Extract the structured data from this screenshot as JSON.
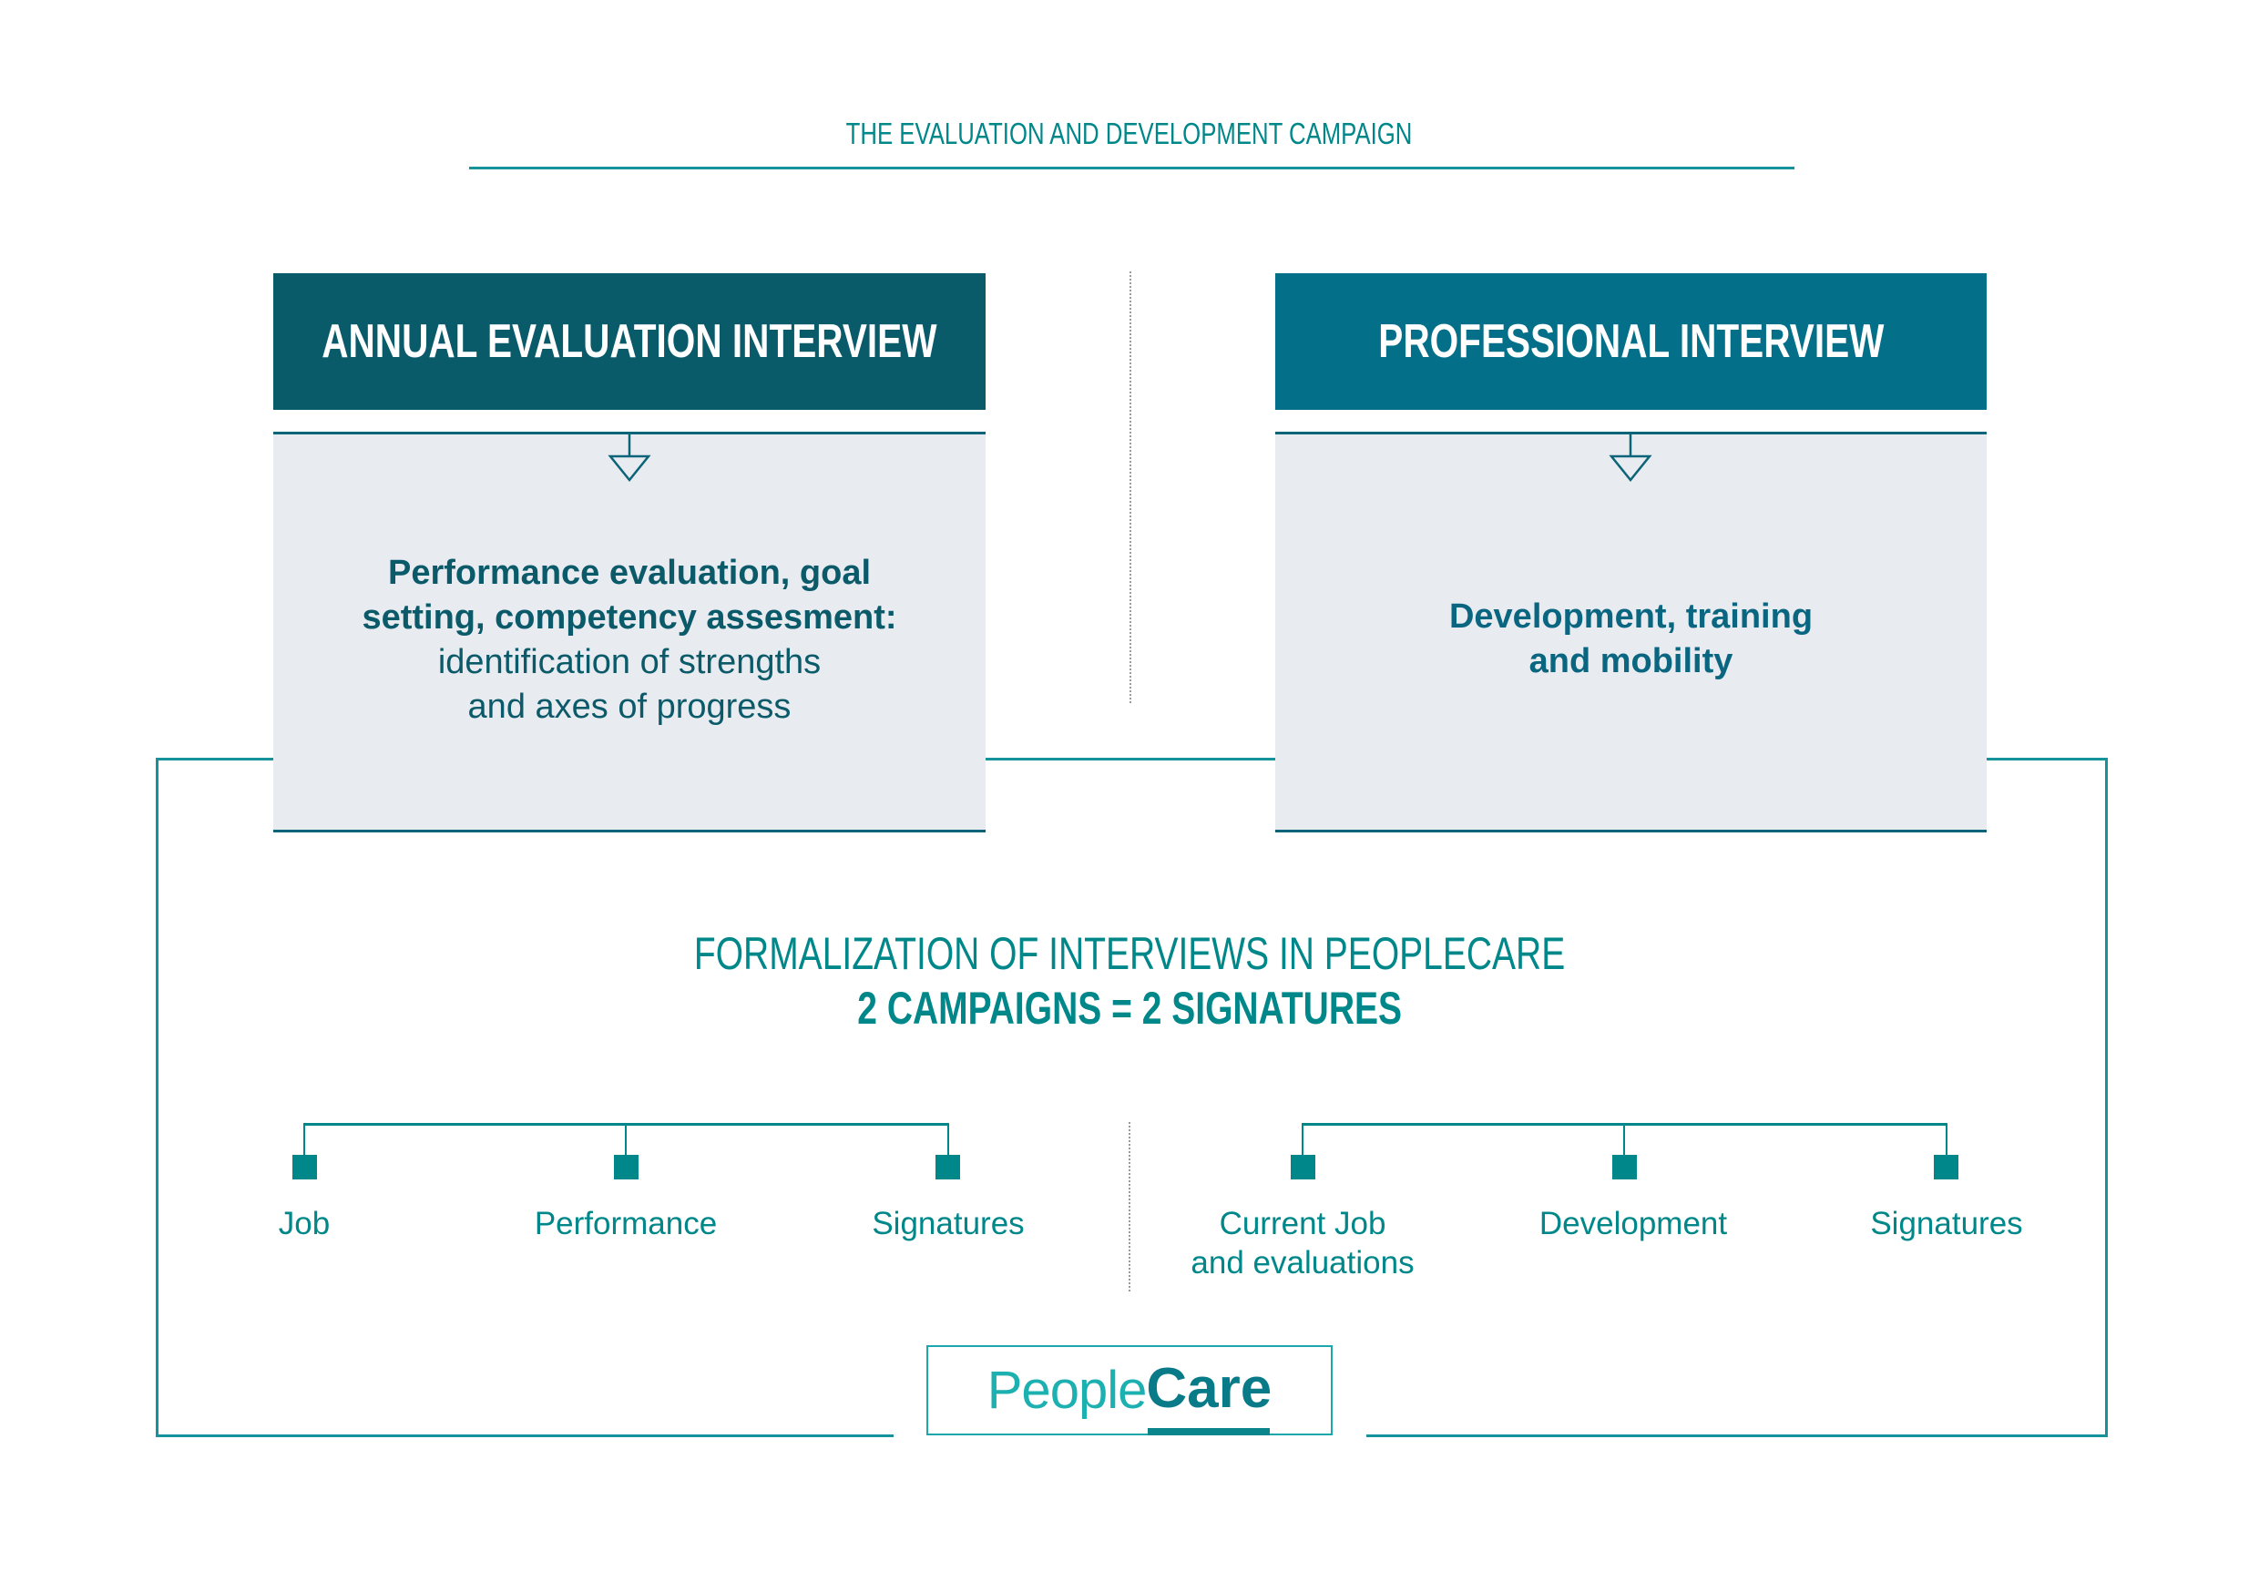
{
  "title": "THE EVALUATION AND DEVELOPMENT CAMPAIGN",
  "colors": {
    "accent": "#00878a",
    "left_header": "#0a5b6a",
    "right_header": "#046f88",
    "panel_bg": "#e8ebf0",
    "panel_text": "#0b5a6a"
  },
  "interviews": [
    {
      "header": "ANNUAL EVALUATION INTERVIEW",
      "description_bold": [
        "Performance evaluation, goal",
        "setting, competency assesment:"
      ],
      "description_regular": [
        "identification of strengths",
        "and axes of progress"
      ]
    },
    {
      "header": "PROFESSIONAL INTERVIEW",
      "description_bold": [
        "Development, training",
        "and mobility"
      ],
      "description_regular": []
    }
  ],
  "formalization": {
    "line1": "FORMALIZATION OF INTERVIEWS IN PEOPLECARE",
    "line2": "2 CAMPAIGNS = 2 SIGNATURES"
  },
  "trees": [
    {
      "nodes": [
        {
          "label": "Job"
        },
        {
          "label": "Performance"
        },
        {
          "label": "Signatures"
        }
      ]
    },
    {
      "nodes": [
        {
          "label": "Current Job\nand evaluations"
        },
        {
          "label": "Development"
        },
        {
          "label": "Signatures"
        }
      ]
    }
  ],
  "logo": {
    "part1": "People",
    "part2": "Care"
  }
}
